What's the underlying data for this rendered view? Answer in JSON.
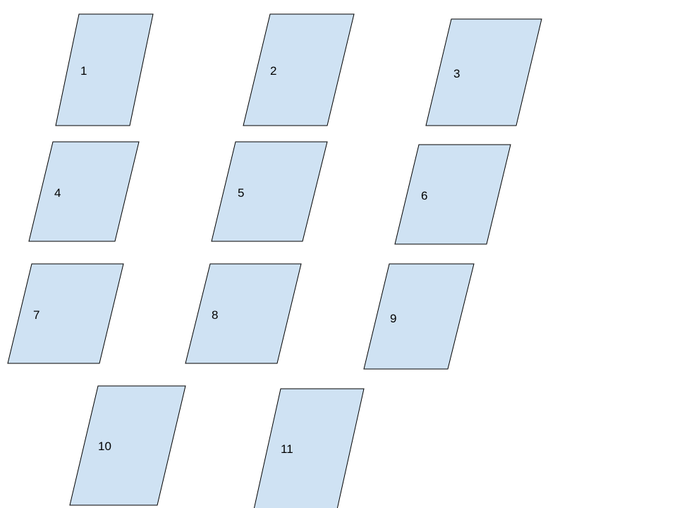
{
  "diagram": {
    "fill_color": "#cfe2f3",
    "stroke_color": "#000000",
    "shapes": [
      {
        "label": "1"
      },
      {
        "label": "2"
      },
      {
        "label": "3"
      },
      {
        "label": "4"
      },
      {
        "label": "5"
      },
      {
        "label": "6"
      },
      {
        "label": "7"
      },
      {
        "label": "8"
      },
      {
        "label": "9"
      },
      {
        "label": "10"
      },
      {
        "label": "11"
      }
    ]
  }
}
